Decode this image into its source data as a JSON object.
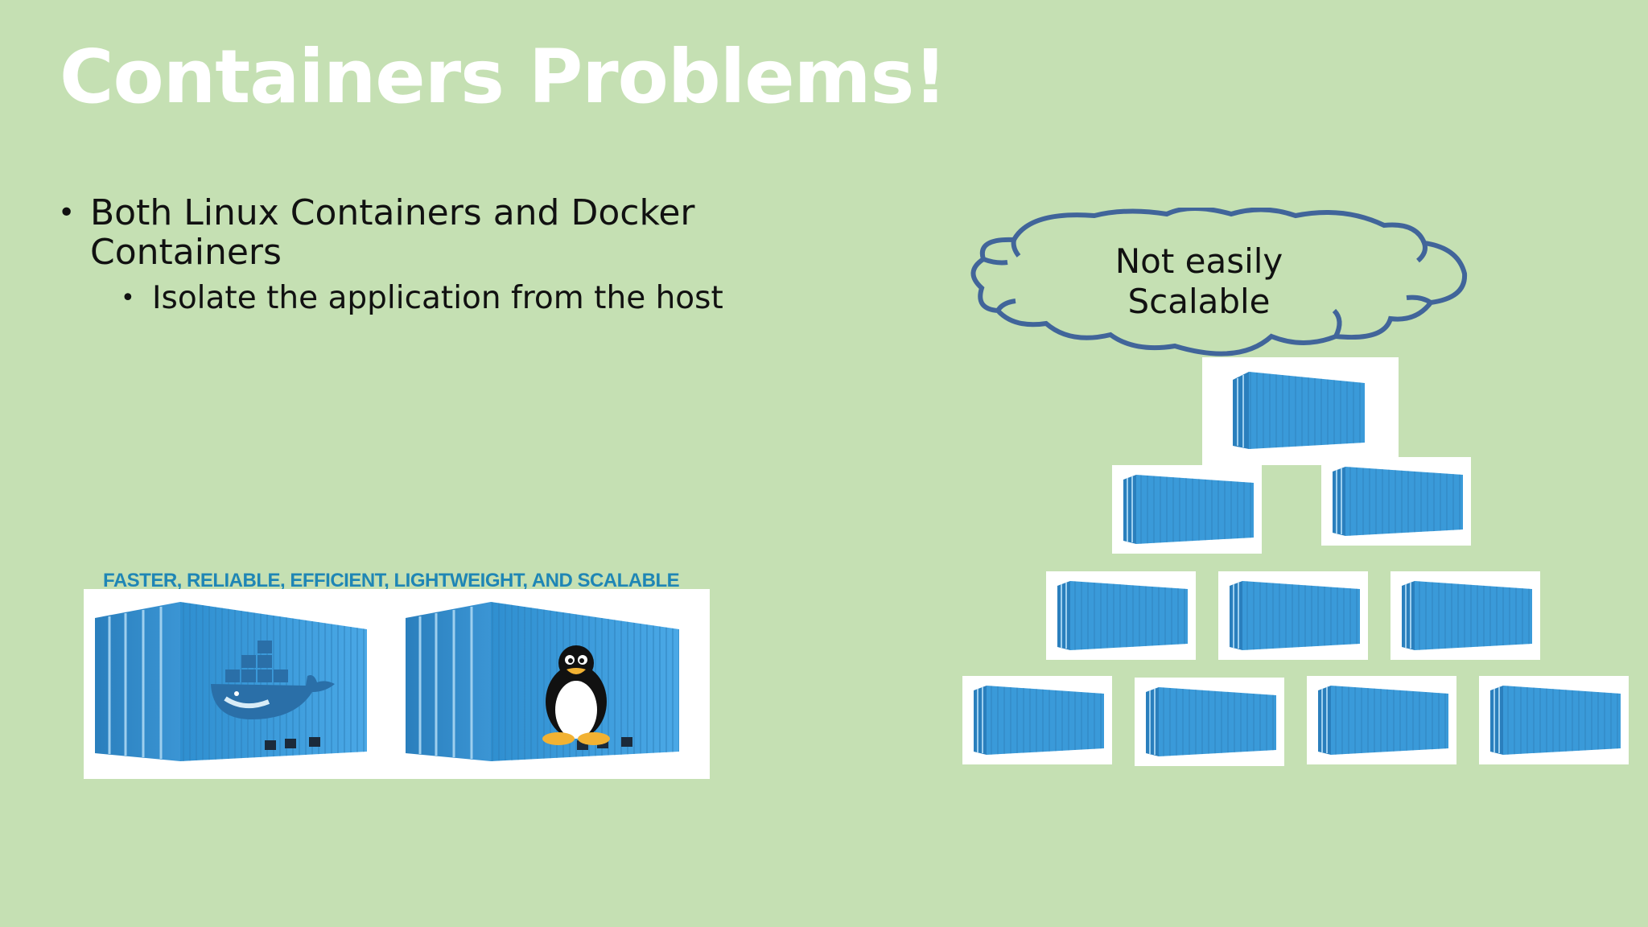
{
  "slide": {
    "title": "Containers Problems!",
    "bullets": [
      {
        "text": "Both Linux Containers and Docker Containers",
        "sub": [
          "Isolate the application from the host"
        ]
      }
    ],
    "bullet_glyph": "•",
    "image_caption": "FASTER, RELIABLE, EFFICIENT, LIGHTWEIGHT, AND SCALABLE",
    "callout_line1": "Not easily",
    "callout_line2": "Scalable"
  },
  "images": {
    "left": [
      "docker-whale-container-icon",
      "linux-tux-container-icon"
    ],
    "pyramid_rows": [
      1,
      2,
      3,
      4
    ]
  },
  "colors": {
    "background": "#c5e0b3",
    "title": "#ffffff",
    "caption": "#1f86b5",
    "cloud_outline": "#41659a",
    "container_blue": "#3a9ad9"
  }
}
